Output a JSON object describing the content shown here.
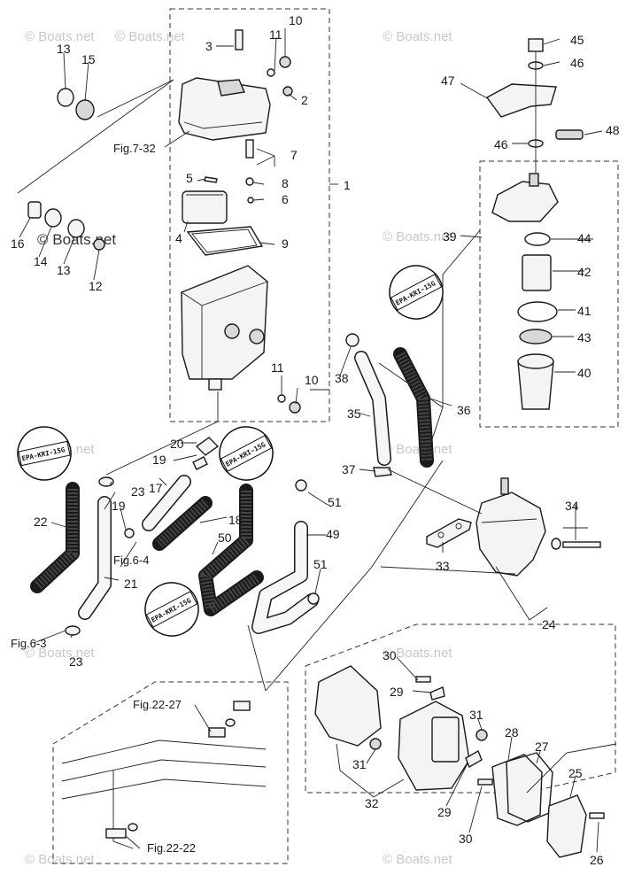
{
  "watermarks": [
    "© Boats.net",
    "© Boats.net",
    "© Boats.net",
    "© Boats.net",
    "© Boats.net",
    "© Boats.net",
    "© Boats.net",
    "© Boats.net",
    "© Boats.net",
    "© Boats.net",
    "© Boats.net"
  ],
  "figure_refs": {
    "fig_7_32": "Fig.7-32",
    "fig_6_4": "Fig.6-4",
    "fig_6_3": "Fig.6-3",
    "fig_22_27": "Fig.22-27",
    "fig_22_22": "Fig.22-22"
  },
  "epa_tag": "EPA-KRI-15G",
  "callouts": [
    "1",
    "2",
    "3",
    "4",
    "5",
    "6",
    "7",
    "8",
    "9",
    "10",
    "10",
    "11",
    "11",
    "12",
    "13",
    "13",
    "14",
    "15",
    "16",
    "17",
    "18",
    "19",
    "19",
    "20",
    "21",
    "22",
    "23",
    "23",
    "24",
    "25",
    "26",
    "27",
    "28",
    "29",
    "29",
    "30",
    "30",
    "31",
    "31",
    "32",
    "33",
    "34",
    "35",
    "36",
    "37",
    "38",
    "39",
    "40",
    "41",
    "42",
    "43",
    "44",
    "45",
    "46",
    "46",
    "47",
    "48",
    "49",
    "50",
    "51",
    "51"
  ]
}
